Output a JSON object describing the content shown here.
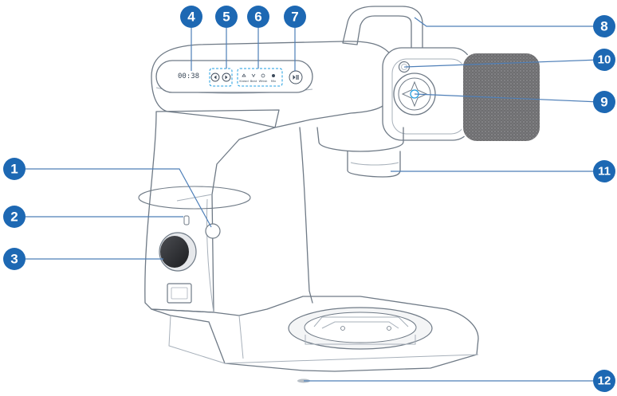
{
  "display": {
    "text": "00:38"
  },
  "function_labels": [
    "Knead",
    "Beat",
    "Whisk",
    "Mix"
  ],
  "callouts": [
    {
      "number": "1"
    },
    {
      "number": "2"
    },
    {
      "number": "3"
    },
    {
      "number": "4"
    },
    {
      "number": "5"
    },
    {
      "number": "6"
    },
    {
      "number": "7"
    },
    {
      "number": "8"
    },
    {
      "number": "9"
    },
    {
      "number": "10"
    },
    {
      "number": "11"
    },
    {
      "number": "12"
    }
  ],
  "colors": {
    "callout": "#1d68b3",
    "leader": "#4e7fb8",
    "highlight": "#1d9ce0",
    "outline": "#6f7a86"
  }
}
